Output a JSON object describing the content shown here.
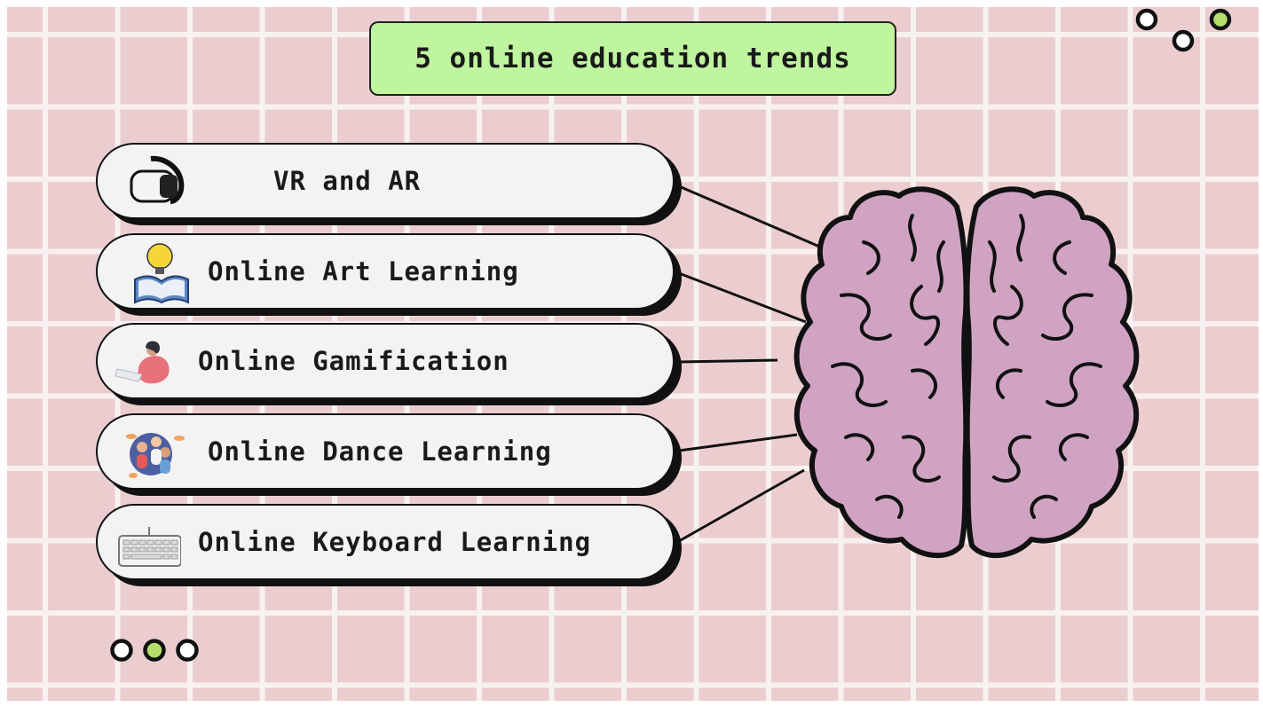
{
  "title": "5 online education trends",
  "colors": {
    "background": "#ebcdd0",
    "grid": "#f7f1f1",
    "title_box": "#bff59e",
    "pill": "#f4f3f3",
    "brain": "#d1a3c2",
    "accent_dot": "#b5dd6a"
  },
  "trends": [
    {
      "label": "VR and AR",
      "icon": "vr-headset-icon"
    },
    {
      "label": "Online Art Learning",
      "icon": "lightbulb-book-icon"
    },
    {
      "label": "Online Gamification",
      "icon": "person-laptop-icon"
    },
    {
      "label": "Online Dance Learning",
      "icon": "group-people-icon"
    },
    {
      "label": "Online Keyboard Learning",
      "icon": "keyboard-icon"
    }
  ],
  "decor": {
    "center_image": "brain-illustration",
    "dots": [
      "white",
      "white",
      "green"
    ]
  }
}
